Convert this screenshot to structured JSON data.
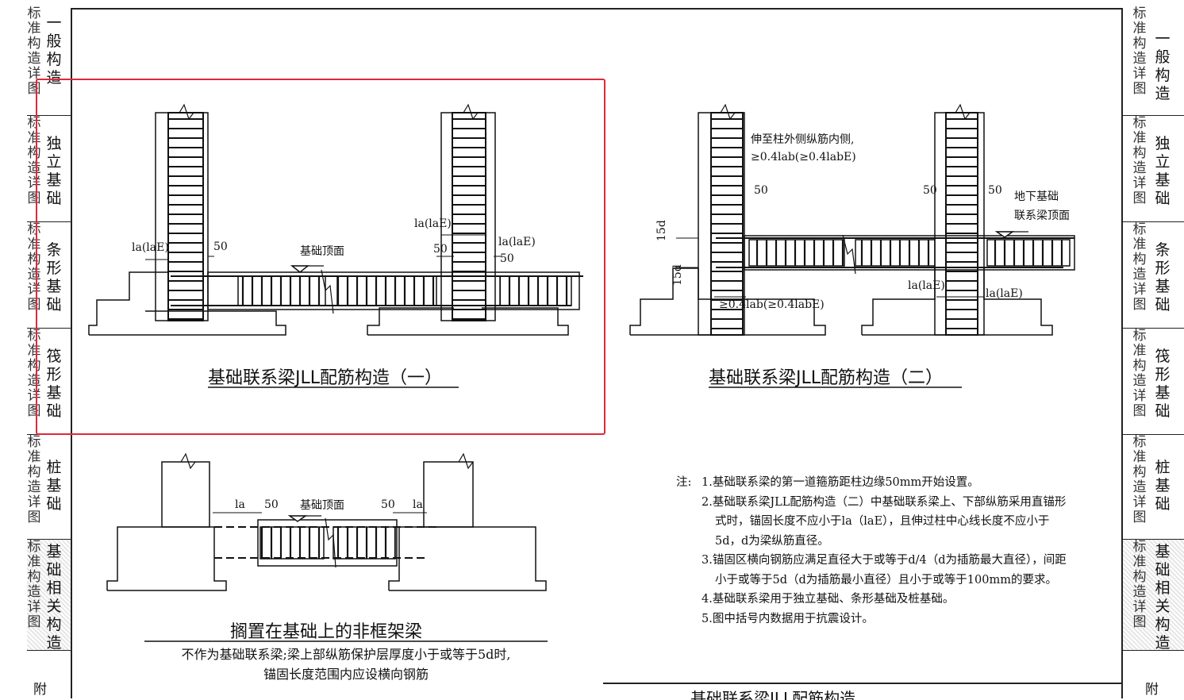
{
  "side_tabs": {
    "sub_text": "标准构造详图",
    "left": [
      {
        "label": "一般构造"
      },
      {
        "label": "独立基础"
      },
      {
        "label": "条形基础"
      },
      {
        "label": "筏形基础"
      },
      {
        "label": "桩基础"
      },
      {
        "label": "基础相关构造"
      }
    ],
    "right": [
      {
        "label": "一般构造"
      },
      {
        "label": "独立基础"
      },
      {
        "label": "条形基础"
      },
      {
        "label": "筏形基础"
      },
      {
        "label": "桩基础"
      },
      {
        "label": "基础相关构造"
      }
    ],
    "appendix_label": "附"
  },
  "diagram1": {
    "caption": "基础联系梁JLL配筋构造（一）",
    "label_foundation_top": "基础顶面",
    "label_anchor_left": "la(laE)",
    "label_anchor_mid": "la(laE)",
    "label_anchor_right": "la(laE)",
    "dim_50_a": "50",
    "dim_50_b": "50",
    "dim_50_c": "50"
  },
  "diagram2": {
    "caption": "基础联系梁JLL配筋构造（二）",
    "label_extend_line1": "伸至柱外侧纵筋内侧,",
    "label_extend_line2": "≥0.4lab(≥0.4labE)",
    "label_underground_line1": "地下基础",
    "label_underground_line2": "联系梁顶面",
    "label_15d_a": "15d",
    "label_15d_b": "15d",
    "label_min_anchor": "≥0.4lab(≥0.4labE)",
    "label_anchor_a": "la(laE)",
    "label_anchor_b": "la(laE)",
    "dim_50_a": "50",
    "dim_50_b": "50",
    "dim_50_c": "50"
  },
  "diagram3": {
    "caption": "搁置在基础上的非框架梁",
    "sub_line1": "不作为基础联系梁;梁上部纵筋保护层厚度小于或等于5d时,",
    "sub_line2": "锚固长度范围内应设横向钢筋",
    "label_foundation_top": "基础顶面",
    "label_la_left": "la",
    "label_la_right": "la",
    "dim_50_a": "50",
    "dim_50_b": "50"
  },
  "notes": {
    "heading": "注:",
    "items": [
      "1.基础联系梁的第一道箍筋距柱边缘50mm开始设置。",
      "2.基础联系梁JLL配筋构造（二）中基础联系梁上、下部纵筋采用直锚形式时，锚固长度不应小于la（laE），且伸过柱中心线长度不应小于5d，d为梁纵筋直径。",
      "3.锚固区横向钢筋应满足直径大于或等于d/4（d为插筋最大直径），间距小于或等于5d（d为插筋最小直径）且小于或等于100mm的要求。",
      "4.基础联系梁用于独立基础、条形基础及桩基础。",
      "5.图中括号内数据用于抗震设计。"
    ]
  },
  "title_block": {
    "text": "基础联系梁JLL配筋构造"
  },
  "colors": {
    "highlight_box": "#e0283a",
    "ink": "#111111"
  }
}
